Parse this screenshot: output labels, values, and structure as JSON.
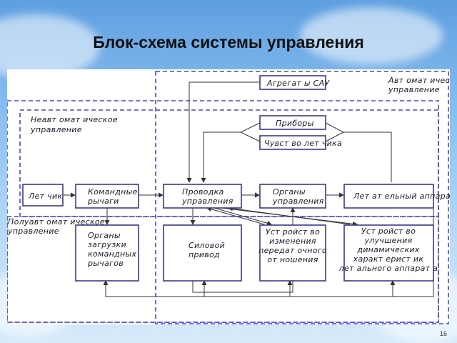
{
  "title": "Блок-схема системы управления",
  "page_number": "16",
  "regions": {
    "automatic": [
      "Авт омат ическое",
      "управление"
    ],
    "non_automatic": [
      "Неавт омат ическое",
      "управление"
    ],
    "semi_automatic": [
      "Полуавт омат ическое",
      "управление"
    ]
  },
  "boxes": {
    "agregaty": [
      "Агрегат ы САУ"
    ],
    "pribory": [
      "Приборы"
    ],
    "chuvstvo": [
      "Чувст во лет чика"
    ],
    "letchik": [
      "Лет чик"
    ],
    "komandnye": [
      "Командные",
      "рычаги"
    ],
    "provodka": [
      "Проводка",
      "управления"
    ],
    "organy": [
      "Органы",
      "управления"
    ],
    "apparat": [
      "Лет ат ельный аппарат"
    ],
    "zagruzki": [
      "Органы",
      "загрузки",
      "командных",
      "рычагов"
    ],
    "privod": [
      "Силовой",
      "привод"
    ],
    "peredatochnoe": [
      "Уст ройст во",
      "изменения",
      "передат очного",
      "от ношения"
    ],
    "uluchshenie": [
      "Уст ройст во",
      "улучшения",
      "динамических",
      "характ ерист ик",
      "лет ального аппарат а"
    ]
  },
  "colors": {
    "box_stroke": "#3a3a8a",
    "line": "#333333",
    "dash": "#4a4ad0"
  }
}
